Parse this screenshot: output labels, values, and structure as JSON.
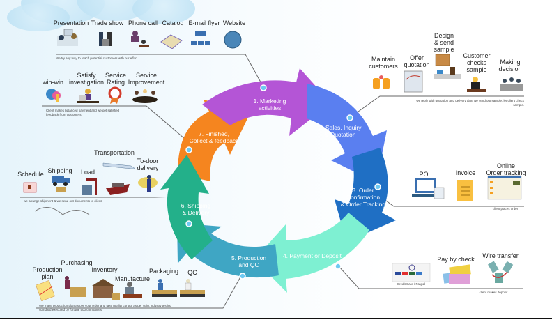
{
  "steps": [
    {
      "id": 1,
      "label": "1. Marketing\nactivities",
      "color": "#b455d6"
    },
    {
      "id": 2,
      "label": "2. Sales, Inquiry\n& Quotation",
      "color": "#5a7ff0"
    },
    {
      "id": 3,
      "label": "3. Order\nConfirmation\n& Order Tracking",
      "color": "#1f6fc4"
    },
    {
      "id": 4,
      "label": "4. Payment or Deposit",
      "color": "#7ef0d2"
    },
    {
      "id": 5,
      "label": "5. Production\nand QC",
      "color": "#3fa6c4"
    },
    {
      "id": 6,
      "label": "6. Shipping\n& Delivery",
      "color": "#23b08a"
    },
    {
      "id": 7,
      "label": "7. Finished,\nCollect & feedback",
      "color": "#f5851f"
    }
  ],
  "groups": {
    "marketing": {
      "items": [
        "Presentation",
        "Trade show",
        "Phone call",
        "Catalog",
        "E-mail flyer",
        "Website"
      ],
      "caption": "We try any way to reach potential customers with our effort."
    },
    "feedback": {
      "items": [
        "win-win",
        "Satisfy\ninvestigation",
        "Service\nRating",
        "Service\nImprovement"
      ],
      "caption": "Client makes balanced payment and we get satisfied\nfeedback from customers."
    },
    "sales": {
      "items": [
        "Maintain\ncustomers",
        "Offer\nquotation",
        "Design\n& send\nsample",
        "Customer\nchecks\nsample",
        "Making\ndecision"
      ],
      "caption": "we reply with quotation and delivery date  we send out sample, let client check\nsample."
    },
    "shipping": {
      "items": [
        "Schedule",
        "Shipping",
        "Load",
        "Transportation",
        "To-door\ndelivery"
      ],
      "caption": "we arrange shipment & we send out documents to client"
    },
    "order": {
      "items": [
        "PO",
        "Invoice",
        "Online\nOrder tracking"
      ],
      "caption": "client places order"
    },
    "payment": {
      "items": [
        "Credit Card / Paypal",
        "Pay by check",
        "Wire transfer"
      ],
      "caption": "client makes deposit"
    },
    "production": {
      "items": [
        "Production\nplan",
        "Purchasing",
        "Inventory",
        "Manufacture",
        "Packaging",
        "QC"
      ],
      "caption": "We make production plan as per your order and take quality control as per strict industry testing\nstandard executed by fortune 500 companies."
    }
  },
  "icons": {
    "website": "www"
  }
}
